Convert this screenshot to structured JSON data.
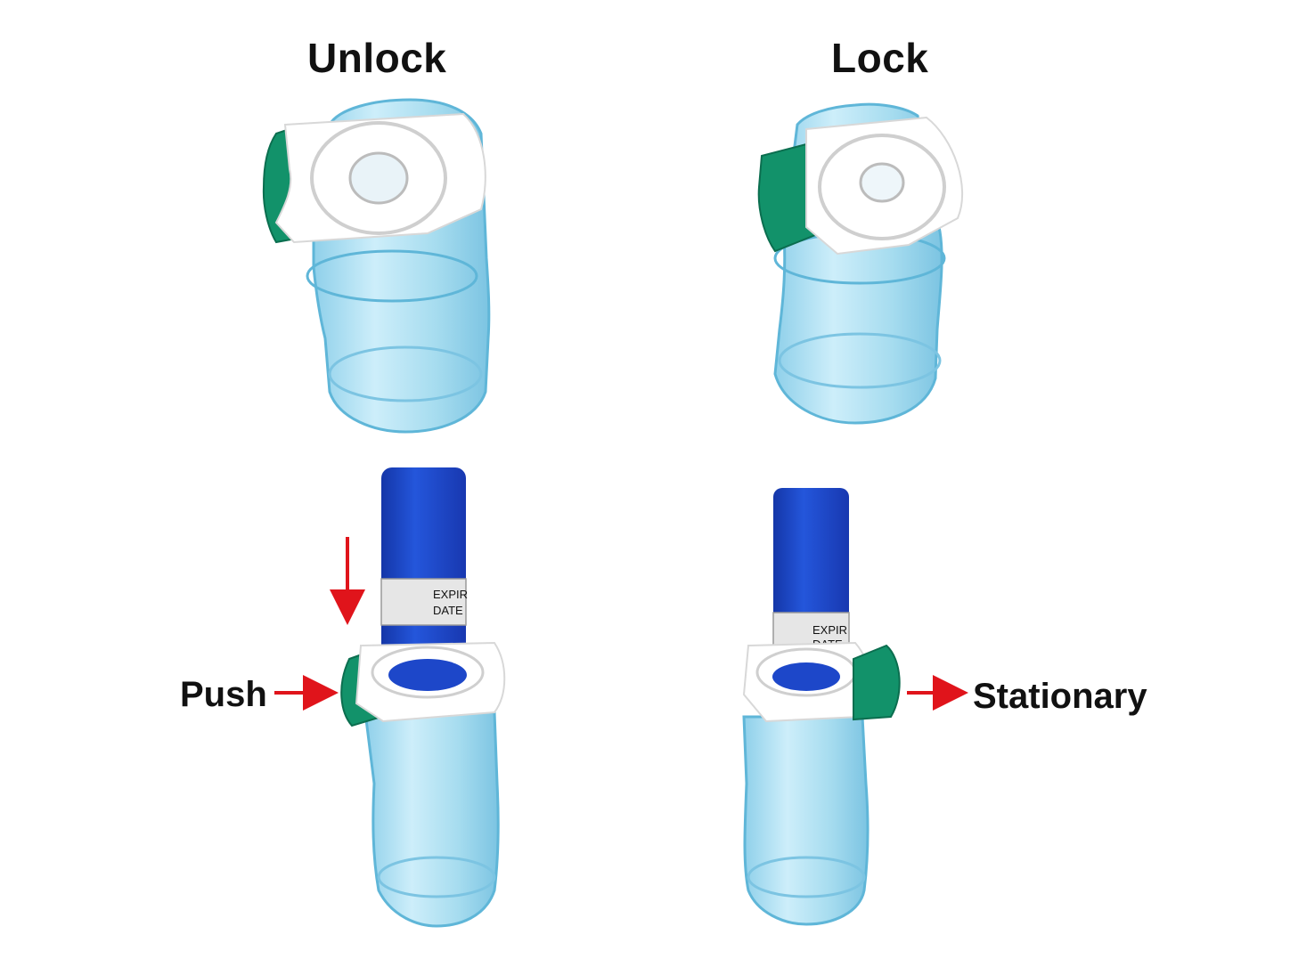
{
  "titles": {
    "unlock": "Unlock",
    "lock": "Lock"
  },
  "labels": {
    "push": "Push",
    "stationary": "Stationary"
  },
  "tube_label": {
    "line1": "EXPIR",
    "line2": "DATE"
  },
  "colors": {
    "holder_body": "#a9dbee",
    "holder_edge": "#5fb6d8",
    "clip_white": "#ffffff",
    "clip_green": "#12926a",
    "tube_blue": "#1d47c9",
    "arrow_red": "#e0141b"
  }
}
